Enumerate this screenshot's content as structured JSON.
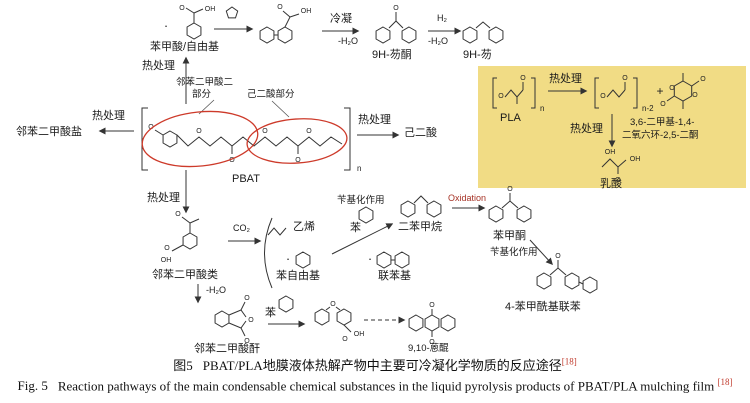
{
  "diagram": {
    "labels": {
      "benzoic_acid_radical": "苯甲酸/自由基",
      "condense": "冷凝",
      "minus_h2o": "-H₂O",
      "h2": "H₂",
      "fluorenone": "9H-芴酮",
      "fluorene": "9H-芴",
      "heat": "热处理",
      "phthalic_moiety_1": "邻苯二甲酸二",
      "phthalic_moiety_2": "部分",
      "adipic_moiety": "己二酸部分",
      "phthalate_salt": "邻苯二甲酸盐",
      "pbat": "PBAT",
      "adipic_acid": "己二酸",
      "phthalic_acids": "邻苯二甲酸类",
      "co2": "CO₂",
      "ethylene": "乙烯",
      "phenyl_radical": "苯自由基",
      "biphenylyl": "联苯基",
      "phthalic_anhydride": "邻苯二甲酸酐",
      "benzene": "苯",
      "anthraquinone": "9,10-蒽醌",
      "benzylation": "苄基化作用",
      "diphenylmethane": "二苯甲烷",
      "oxidation": "Oxidation",
      "benzophenone": "苯甲酮",
      "benzoylbiphenyl": "4-苯甲酰基联苯",
      "pla": "PLA",
      "lactide_1": "3,6-二甲基-1,4-",
      "lactide_2": "二氧六环-2,5-二酮",
      "lactic_acid": "乳酸"
    },
    "atoms": {
      "O": "O",
      "OH": "OH",
      "n": "n",
      "n2": "n-2",
      "plus": "+",
      "dot": "·"
    }
  },
  "caption": {
    "cn_prefix": "图5",
    "cn_text": "PBAT/PLA地膜液体热解产物中主要可冷凝化学物质的反应途径",
    "ref": "[18]",
    "en_prefix": "Fig. 5",
    "en_text": "Reaction pathways of the main condensable chemical substances in the liquid pyrolysis products of PBAT/PLA mulching film"
  },
  "colors": {
    "highlight": "#f1dc85",
    "ellipse": "#cd3a2a",
    "ref_red": "#c0392b",
    "oxidation": "#a63326"
  }
}
